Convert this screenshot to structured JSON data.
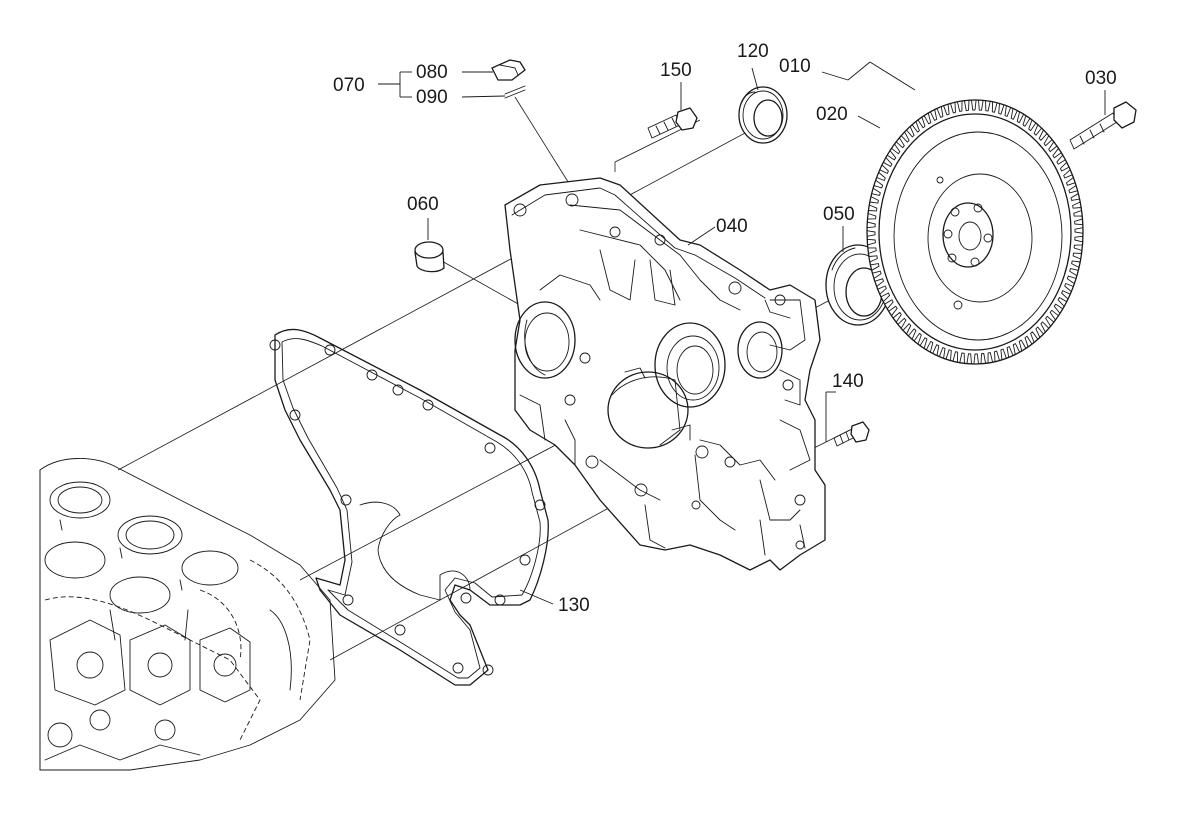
{
  "callouts": {
    "c010": "010",
    "c020": "020",
    "c030": "030",
    "c040": "040",
    "c050": "050",
    "c060": "060",
    "c070": "070",
    "c080": "080",
    "c090": "090",
    "c120": "120",
    "c130": "130",
    "c140": "140",
    "c150": "150"
  }
}
